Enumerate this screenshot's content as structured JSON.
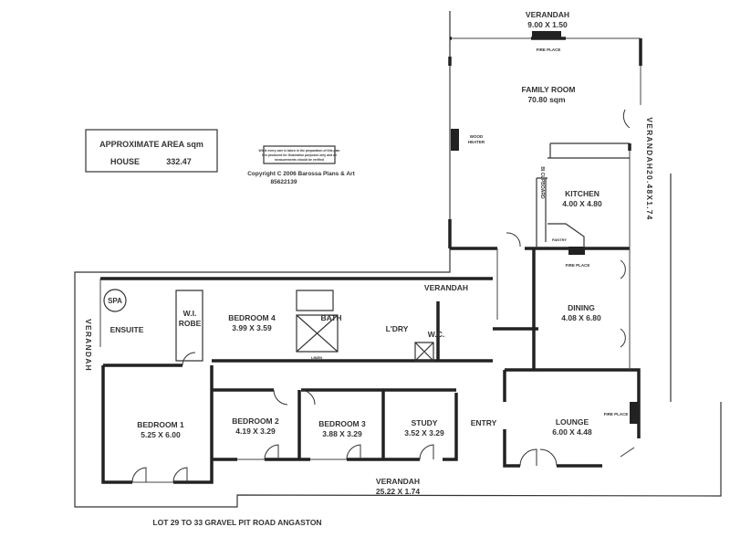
{
  "area_box": {
    "title": "APPROXIMATE AREA sqm",
    "house_label": "HOUSE",
    "house_value": "332.47"
  },
  "disclaimer": {
    "lines": [
      "While every care is taken in the preparation of this plan",
      "it is produced for illustration purposes only and all",
      "measurements should be verified"
    ],
    "copyright": "Copyright  C 2006  Barossa Plans & Art",
    "phone": "85622139"
  },
  "rooms": {
    "family_room": {
      "name": "FAMILY ROOM",
      "size": "70.80 sqm"
    },
    "kitchen": {
      "name": "KITCHEN",
      "size": "4.00 X 4.80"
    },
    "dining": {
      "name": "DINING",
      "size": "4.08 X 6.80"
    },
    "lounge": {
      "name": "LOUNGE",
      "size": "6.00 X 4.48"
    },
    "entry": {
      "name": "ENTRY"
    },
    "study": {
      "name": "STUDY",
      "size": "3.52 X 3.29"
    },
    "bedroom3": {
      "name": "BEDROOM 3",
      "size": "3.88 X 3.29"
    },
    "bedroom2": {
      "name": "BEDROOM 2",
      "size": "4.19 X 3.29"
    },
    "bedroom1": {
      "name": "BEDROOM 1",
      "size": "5.25 X 6.00"
    },
    "bedroom4": {
      "name": "BEDROOM 4",
      "size": "3.99 X 3.59"
    },
    "ensuite": {
      "name": "ENSUITE"
    },
    "spa": {
      "name": "SPA"
    },
    "robe": {
      "name1": "W.I.",
      "name2": "ROBE"
    },
    "bath": {
      "name": "BATH"
    },
    "linen": {
      "name": "LINEN"
    },
    "laundry": {
      "name": "L'DRY"
    },
    "wc": {
      "name": "W.C."
    },
    "pantry": {
      "name": "PANTRY"
    },
    "cupboard": {
      "name": "BI CUPBOARD"
    }
  },
  "features": {
    "fireplace_top": "FIRE PLACE",
    "fireplace_kitchen": "FIRE PLACE",
    "fireplace_lounge": "FIRE PLACE",
    "wood_heater_1": "WOOD",
    "wood_heater_2": "HEATER"
  },
  "verandahs": {
    "top": {
      "name": "VERANDAH",
      "size": "9.00 X 1.50"
    },
    "right": "VERANDAH20.48X1.74",
    "left": "VERANDAH",
    "laundry": "VERANDAH",
    "bottom": {
      "name": "VERANDAH",
      "size": "25.22 X 1.74"
    }
  },
  "address": "LOT 29 TO 33 GRAVEL PIT ROAD ANGASTON"
}
